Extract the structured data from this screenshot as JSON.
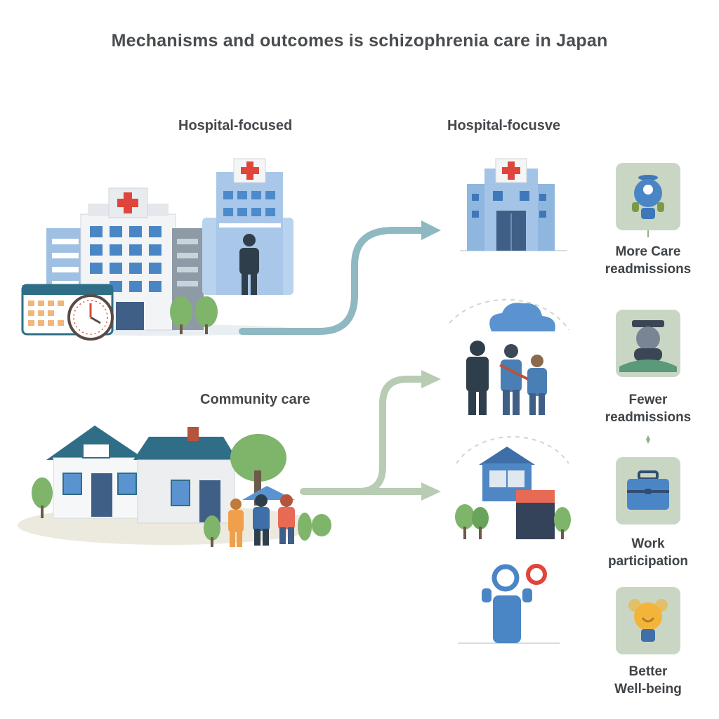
{
  "title": "Mechanisms and outcomes is schizophrenia care in Japan",
  "sections": {
    "left_top": "Hospital-focused",
    "right_top": "Hospital-focusve",
    "left_bottom": "Community care"
  },
  "outcomes": [
    {
      "line1": "More Care",
      "line2": "readmissions",
      "icon": "person-icon"
    },
    {
      "line1": "Fewer",
      "line2": "readmissions",
      "icon": "person-headset-icon"
    },
    {
      "line1": "Work",
      "line2": "participation",
      "icon": "briefcase-icon"
    },
    {
      "line1": "Better",
      "line2": "Well-being",
      "icon": "flower-icon"
    }
  ],
  "colors": {
    "hospital_blue": "#8fb6df",
    "roof_teal": "#2f6e86",
    "arrow_teal": "#8fb9c2",
    "arrow_green": "#b8ccb4",
    "card_bg": "#c9d6c4",
    "red_cross": "#e0453c"
  }
}
